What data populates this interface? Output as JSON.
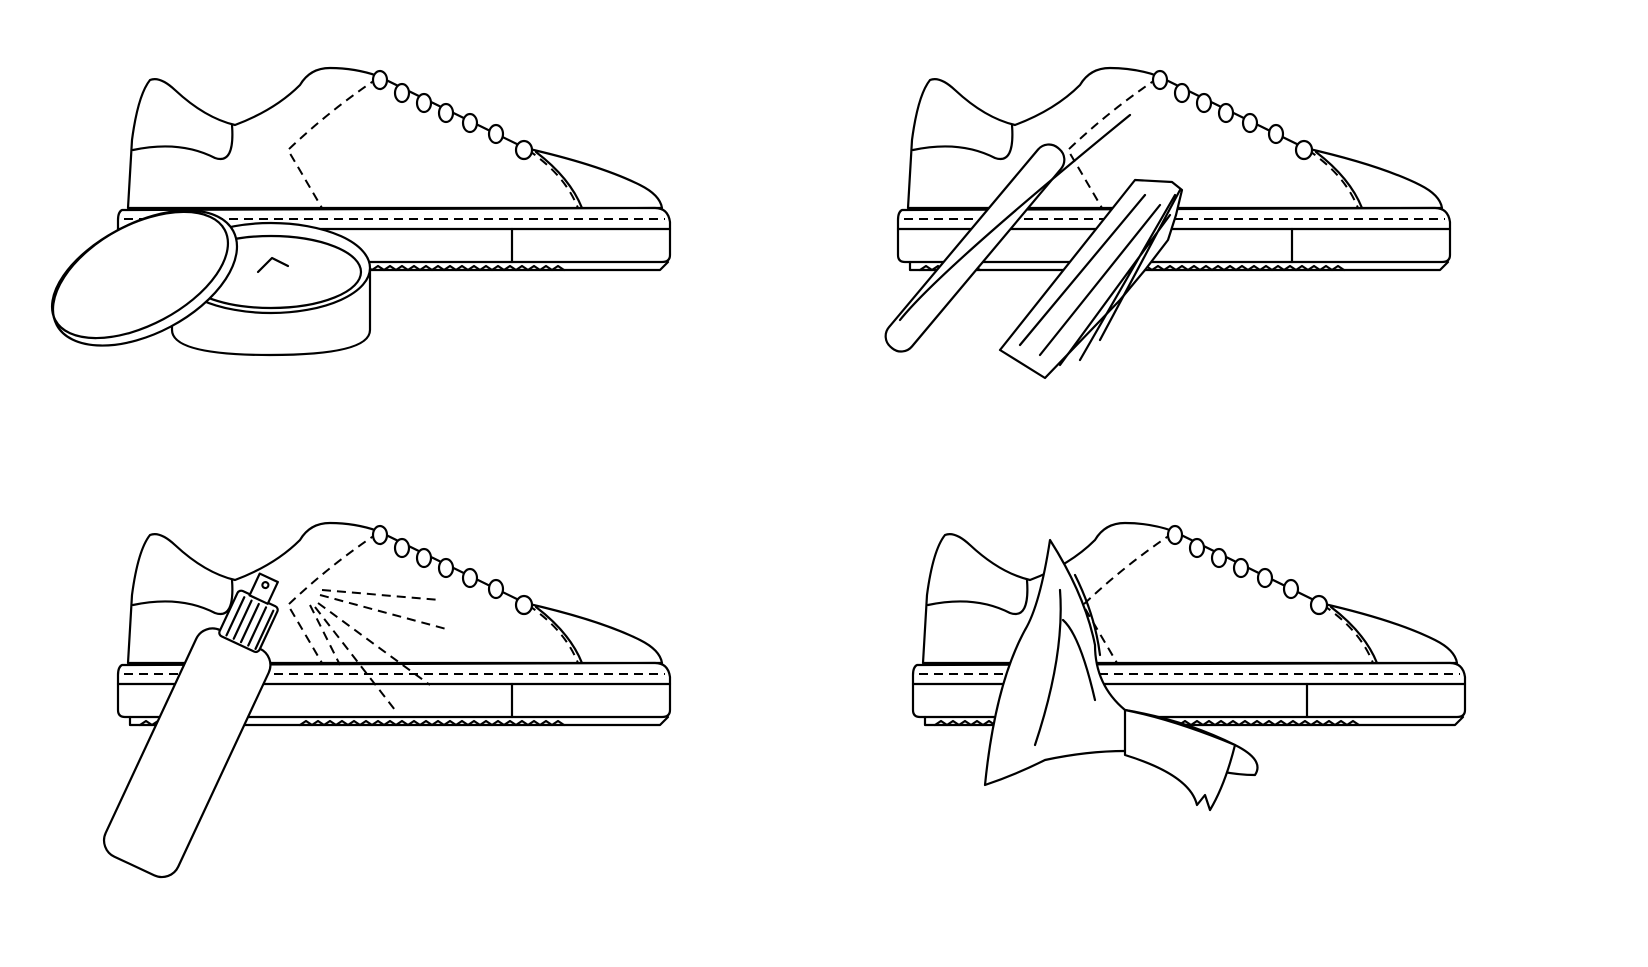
{
  "illustration": {
    "panels": [
      {
        "name": "shoe-with-polish-tin",
        "tool_icon": "polish-tin-icon"
      },
      {
        "name": "shoe-with-brush",
        "tool_icon": "brush-icon"
      },
      {
        "name": "shoe-with-spray-bottle",
        "tool_icon": "spray-bottle-icon"
      },
      {
        "name": "shoe-with-cloth",
        "tool_icon": "cloth-icon"
      }
    ],
    "colors": {
      "line": "#000000",
      "background": "#ffffff"
    }
  }
}
